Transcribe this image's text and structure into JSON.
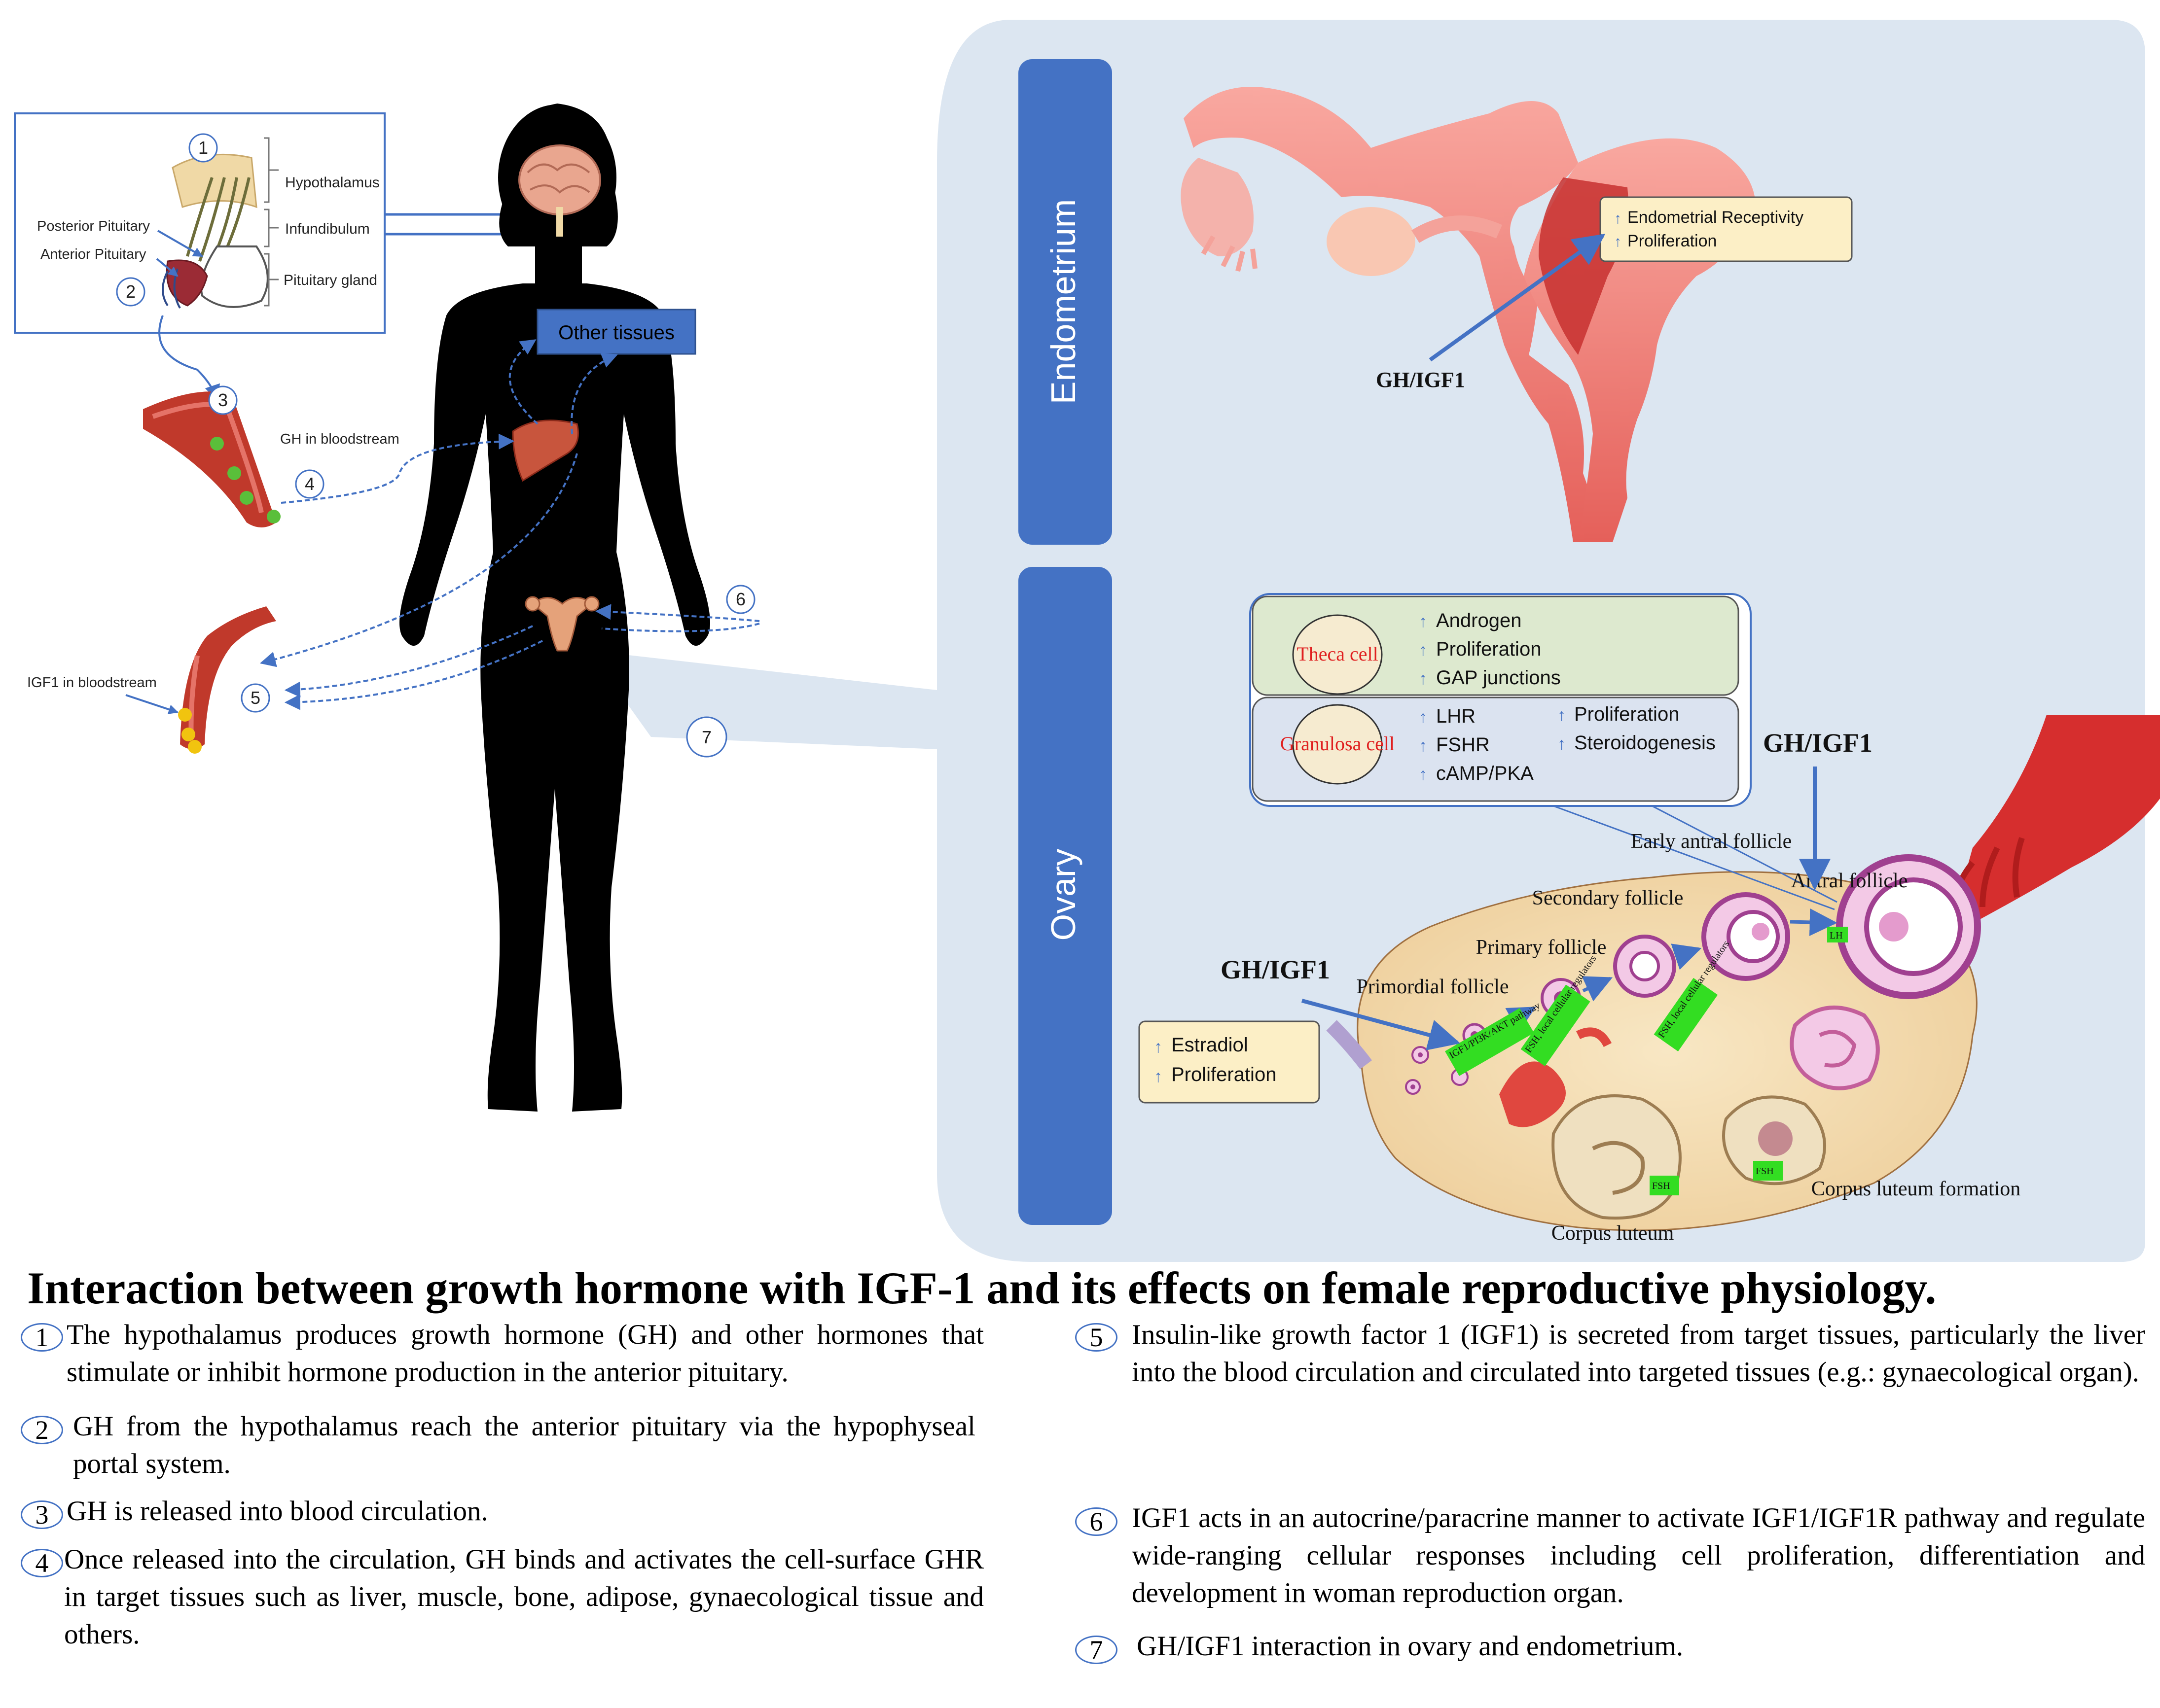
{
  "hypothalamus_box": {
    "labels": {
      "hypothalamus": "Hypothalamus",
      "infundibulum": "Infundibulum",
      "pituitary_gland": "Pituitary gland",
      "posterior_pituitary": "Posterior Pituitary",
      "anterior_pituitary": "Anterior Pituitary"
    }
  },
  "body": {
    "other_tissues": "Other tissues",
    "gh_bloodstream": "GH in bloodstream",
    "igf1_bloodstream": "IGF1 in bloodstream"
  },
  "step_markers": [
    "1",
    "2",
    "3",
    "4",
    "5",
    "6",
    "7"
  ],
  "endometrium": {
    "side_label": "Endometrium",
    "effects": [
      "Endometrial Receptivity",
      "Proliferation"
    ],
    "agent": "GH/IGF1"
  },
  "ovary": {
    "side_label": "Ovary",
    "theca": {
      "cell": "Theca cell",
      "effects": [
        "Androgen",
        "Proliferation",
        "GAP junctions"
      ]
    },
    "granulosa": {
      "cell": "Granulosa cell",
      "effects_left": [
        "LHR",
        "FSHR",
        "cAMP/PKA"
      ],
      "effects_right": [
        "Proliferation",
        "Steroidogenesis"
      ]
    },
    "agent_right": "GH/IGF1",
    "agent_left": "GH/IGF1",
    "left_effects": [
      "Estradiol",
      "Proliferation"
    ],
    "stages": {
      "primordial": "Primordial follicle",
      "primary": "Primary follicle",
      "secondary": "Secondary follicle",
      "early_antral": "Early antral follicle",
      "antral": "Antral follicle",
      "corpus_luteum": "Corpus luteum",
      "corpus_luteum_formation": "Corpus luteum formation"
    },
    "tags": {
      "pathway": "IGF1/PI3K/AKT pathway",
      "fsh_local_1": "FSH, local cellular regulators",
      "fsh_local_2": "FSH, local cellular regulators",
      "lh": "LH",
      "fsh_cl1": "FSH",
      "fsh_cl2": "FSH"
    }
  },
  "caption": {
    "title": "Interaction between growth hormone with IGF-1 and its effects on female reproductive physiology.",
    "items": [
      {
        "n": "1",
        "text": "The hypothalamus produces growth hormone (GH) and other hormones that stimulate or inhibit hormone production in the anterior pituitary."
      },
      {
        "n": "2",
        "text": "GH from the hypothalamus reach the anterior pituitary via the hypophyseal portal system."
      },
      {
        "n": "3",
        "text": "GH is released into blood circulation."
      },
      {
        "n": "4",
        "text": "Once released into the circulation, GH binds and activates the cell-surface GHR in target tissues such as liver, muscle, bone, adipose, gynaecological tissue and others."
      },
      {
        "n": "5",
        "text": "Insulin-like growth factor 1 (IGF1) is secreted from target tissues, particularly the liver into the blood circulation and circulated into targeted tissues (e.g.: gynaecological organ)."
      },
      {
        "n": "6",
        "text": "IGF1 acts in an autocrine/paracrine manner to activate IGF1/IGF1R pathway and regulate wide-ranging cellular responses including cell proliferation, differentiation and development in woman reproduction organ."
      },
      {
        "n": "7",
        "text": "GH/IGF1 interaction in ovary and endometrium."
      }
    ]
  },
  "colors": {
    "panel_bg": "#dce6f1",
    "side_bar": "#4472c4",
    "arrow": "#4472c4",
    "effect_box": "#fcefc6",
    "theca_box": "#dde9cf",
    "granulosa_box": "#dbe3f0",
    "tag_green": "#33dd22",
    "red_label": "#e02020"
  }
}
